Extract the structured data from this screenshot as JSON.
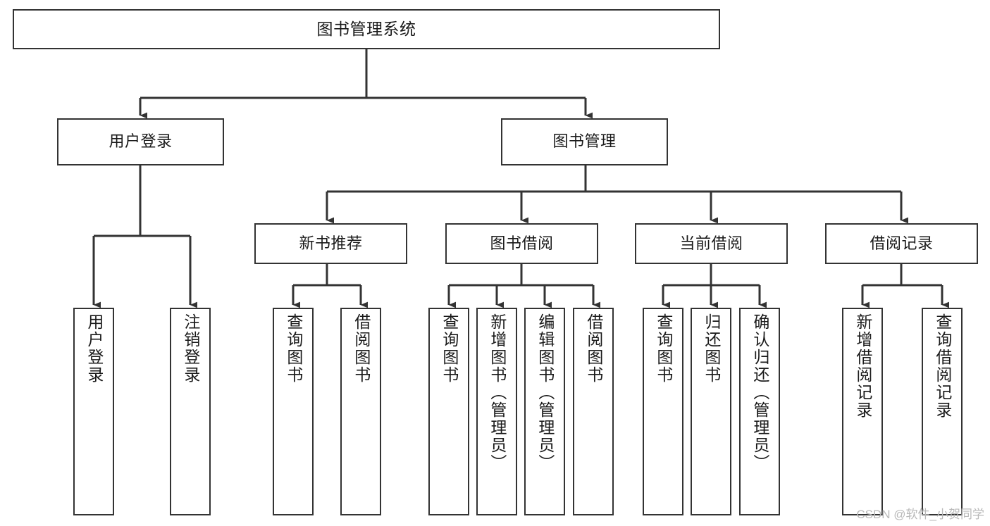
{
  "diagram": {
    "type": "tree-hierarchy",
    "title": "图书管理系统",
    "orientation": "top-down",
    "colors": {
      "stroke": "#333333",
      "node_fill": "#ffffff",
      "text": "#1a1a1a",
      "watermark": "#b9b9b9",
      "background": "#ffffff"
    },
    "watermark": "CSDN @软件_小贺同学",
    "nodes": {
      "root": {
        "label": "图书管理系统"
      },
      "level2": [
        {
          "label": "用户登录"
        },
        {
          "label": "图书管理"
        }
      ],
      "level3": [
        {
          "label": "新书推荐"
        },
        {
          "label": "图书借阅"
        },
        {
          "label": "当前借阅"
        },
        {
          "label": "借阅记录"
        }
      ],
      "leaves": {
        "user_login": [
          {
            "label": "用户登录"
          },
          {
            "label": "注销登录"
          }
        ],
        "new_book_recommend": [
          {
            "label": "查询图书"
          },
          {
            "label": "借阅图书"
          }
        ],
        "book_borrow": [
          {
            "label": "查询图书"
          },
          {
            "label": "新增图书（管理员）"
          },
          {
            "label": "编辑图书（管理员）"
          },
          {
            "label": "借阅图书"
          }
        ],
        "current_borrow": [
          {
            "label": "查询图书"
          },
          {
            "label": "归还图书"
          },
          {
            "label": "确认归还（管理员）"
          }
        ],
        "borrow_record": [
          {
            "label": "新增借阅记录"
          },
          {
            "label": "查询借阅记录"
          }
        ]
      }
    }
  }
}
